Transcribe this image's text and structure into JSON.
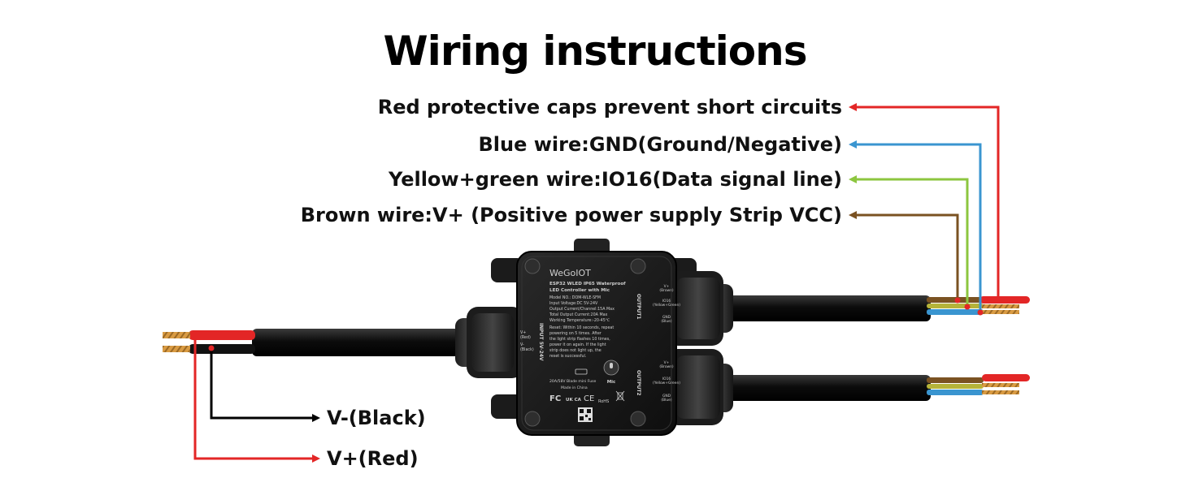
{
  "title": "Wiring instructions",
  "callouts": {
    "red_caps": "Red protective caps prevent short circuits",
    "blue": "Blue wire:GND(Ground/Negative)",
    "yellow_green": "Yellow+green wire:IO16(Data signal line)",
    "brown": "Brown wire:V+ (Positive power supply Strip VCC)",
    "v_minus": "V-(Black)",
    "v_plus": "V+(Red)"
  },
  "device": {
    "brand": "WeGoIOT",
    "product_line1": "ESP32 WLED IP65 Waterproof",
    "product_line2": "LED Controller with Mic",
    "model": "Model NO.: DOM-WLE-SFM",
    "input_voltage": "Input Voltage:DC 5V-24V",
    "output_current": "Output Current/Channel:15A Max",
    "total_current": "Total Output Current:20A Max",
    "working_temp": "Working Temperature:-20-45℃",
    "reset_lines": [
      "Reset: Within 10 seconds, repeat",
      "powering on 5 times. After",
      "the light strip flashes 10 times,",
      "power it on again. If the light",
      "strip does not light up, the",
      "reset is successful."
    ],
    "input_label": "INPUT 5V-24V",
    "input_pins": [
      "V+",
      "(Red)",
      "V-",
      "(Black)"
    ],
    "output1_label": "OUTPUT1",
    "output2_label": "OUTPUT2",
    "output_pins": [
      "V+",
      "(Brown)",
      "IO16",
      "(Yellow+Green)",
      "GND",
      "(Blue)"
    ],
    "fuse": "20A/58V Blade mini Fuse",
    "made_in": "Made in China",
    "mic": "Mic",
    "certs": [
      "FC",
      "UK CA",
      "CE",
      "RoHS"
    ]
  },
  "colors": {
    "red": "#e32626",
    "blue": "#3a95d0",
    "yellow_green": "#8cc63f",
    "brown": "#7a5222",
    "black": "#000000",
    "cable": "#0d0d0d",
    "device": "#1a1a1a",
    "copper": "#d99b43"
  }
}
